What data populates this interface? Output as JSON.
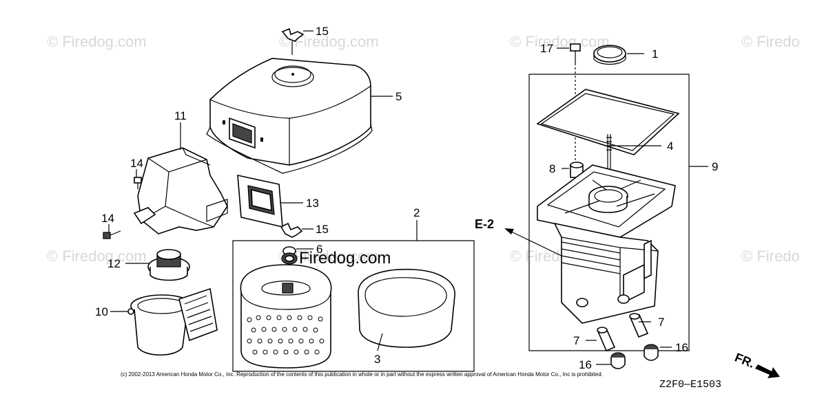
{
  "watermarks": [
    "© Firedog.com",
    "© Firedog.com",
    "© Firedog.com",
    "© Firedo",
    "© Firedog.com",
    "© Firedog.com",
    "© Firedog.com",
    "© Firedo"
  ],
  "center_watermark": "Firedog.com",
  "callouts": [
    "15",
    "5",
    "11",
    "14",
    "13",
    "14",
    "15",
    "6",
    "12",
    "10",
    "2",
    "3",
    "17",
    "1",
    "4",
    "8",
    "9",
    "7",
    "7",
    "16",
    "16"
  ],
  "direction_label": "E-2",
  "front_label": "FR.",
  "copyright": "(c) 2002-2013 American Honda Motor Co., Inc. Reproduction of the contents of this publication in whole or in part without the express written approval of American Honda Motor Co., Inc is prohibited.",
  "diagram_code": "Z2F0—E1503"
}
